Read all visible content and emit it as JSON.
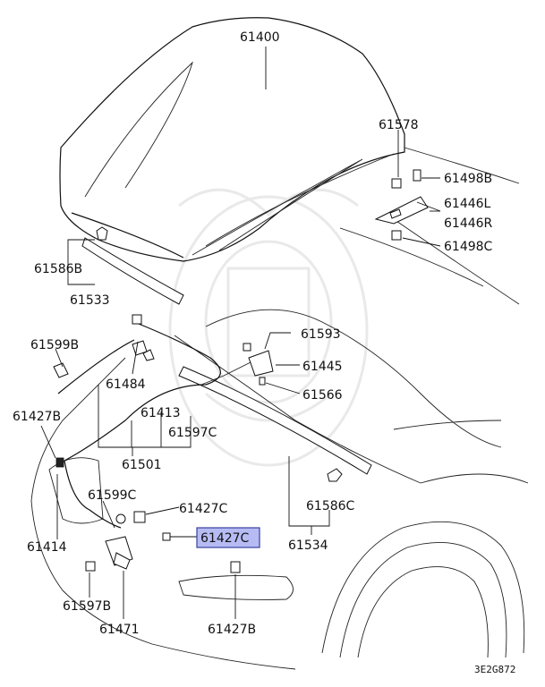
{
  "diagram": {
    "diagram_code": "3E2G872",
    "highlighted_part": "61427C",
    "parts": {
      "p61400": "61400",
      "p61578": "61578",
      "p61498b": "61498B",
      "p61446l": "61446L",
      "p61446r": "61446R",
      "p61498c": "61498C",
      "p61586b": "61586B",
      "p61533": "61533",
      "p61593": "61593",
      "p61599b": "61599B",
      "p61445": "61445",
      "p61484": "61484",
      "p61566": "61566",
      "p61427b_top": "61427B",
      "p61413": "61413",
      "p61597c": "61597C",
      "p61501": "61501",
      "p61599c": "61599C",
      "p61427c_upper": "61427C",
      "p61586c": "61586C",
      "p61414": "61414",
      "p61427c_hl": "61427C",
      "p61534": "61534",
      "p61597b": "61597B",
      "p61471": "61471",
      "p61427b_bottom": "61427B"
    }
  }
}
